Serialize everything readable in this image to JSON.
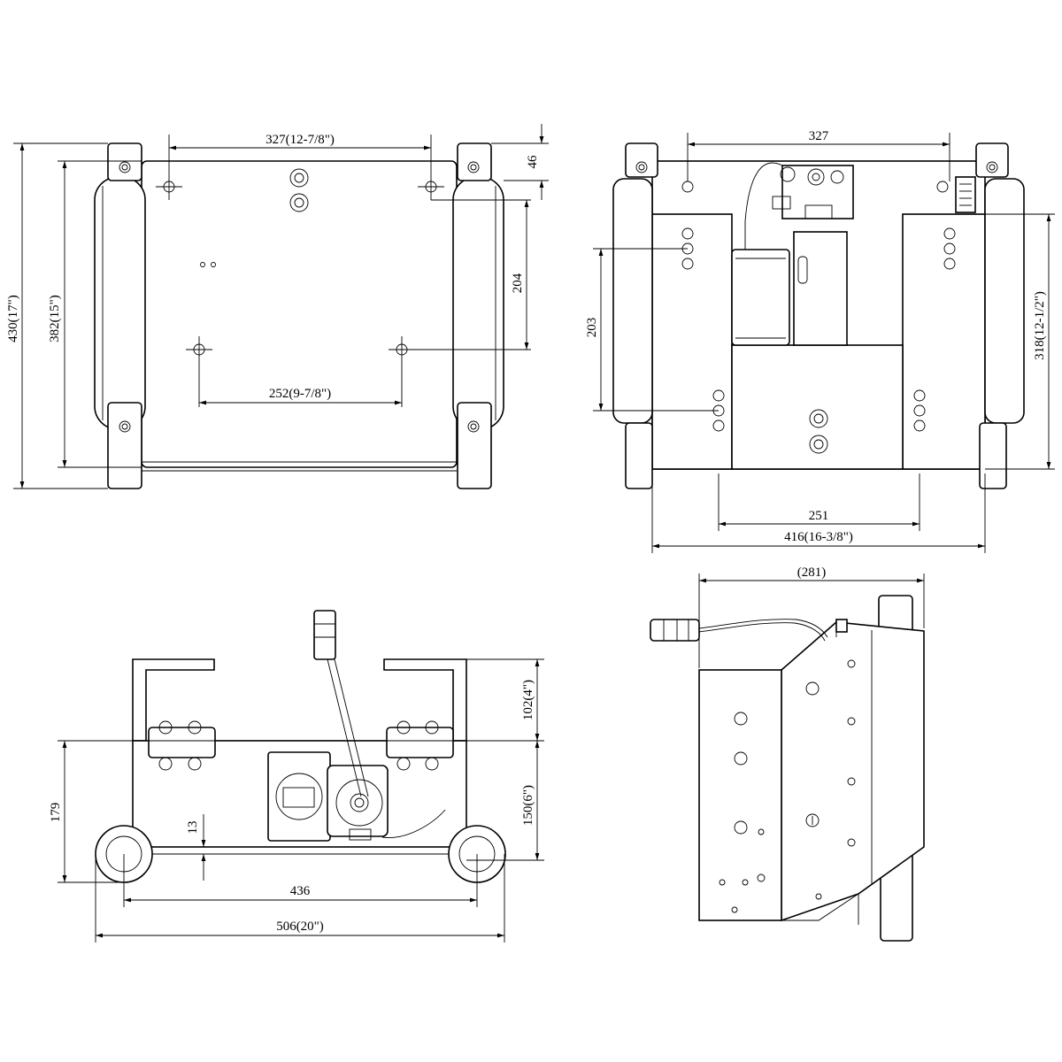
{
  "views": {
    "top": {
      "dim_width_outer": "327(12-7/8\")",
      "dim_height_total": "430(17\")",
      "dim_height_tube": "382(15\")",
      "dim_top_offset": "46",
      "dim_hole_spacing_vertical": "204",
      "dim_hole_spacing_horizontal": "252(9-7/8\")"
    },
    "front": {
      "dim_width_top": "327",
      "dim_height_left": "203",
      "dim_height_right": "318(12-1/2\")",
      "dim_inner_width": "251",
      "dim_total_width": "416(16-3/8\")"
    },
    "end": {
      "dim_top_height": "102(4\")",
      "dim_lower_height": "150(6\")",
      "dim_total_height": "179",
      "dim_small": "13",
      "dim_inner_width": "436",
      "dim_total_width": "506(20\")"
    },
    "side": {
      "dim_width": "(281)"
    }
  }
}
